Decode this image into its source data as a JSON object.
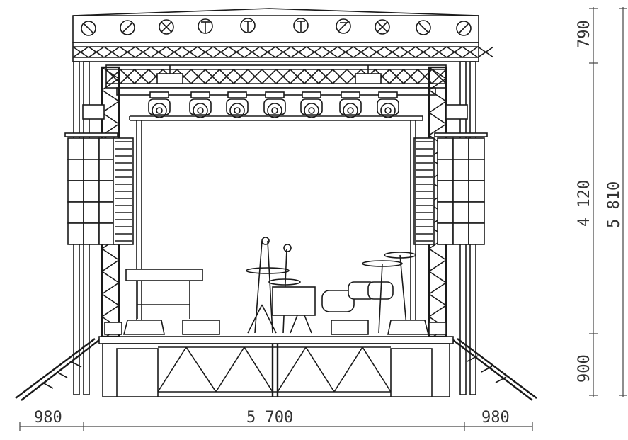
{
  "drawing": {
    "subject": "",
    "dimensions": {
      "bottom": {
        "left": "980",
        "center": "5 700",
        "right": "980"
      },
      "right_inner": {
        "top": "790",
        "middle": "4 120",
        "bottom": "900"
      },
      "right_outer": {
        "total": "5 810"
      }
    }
  },
  "colors": {
    "line": "#1a1a1a",
    "dimension": "#444444",
    "background": "#ffffff"
  }
}
